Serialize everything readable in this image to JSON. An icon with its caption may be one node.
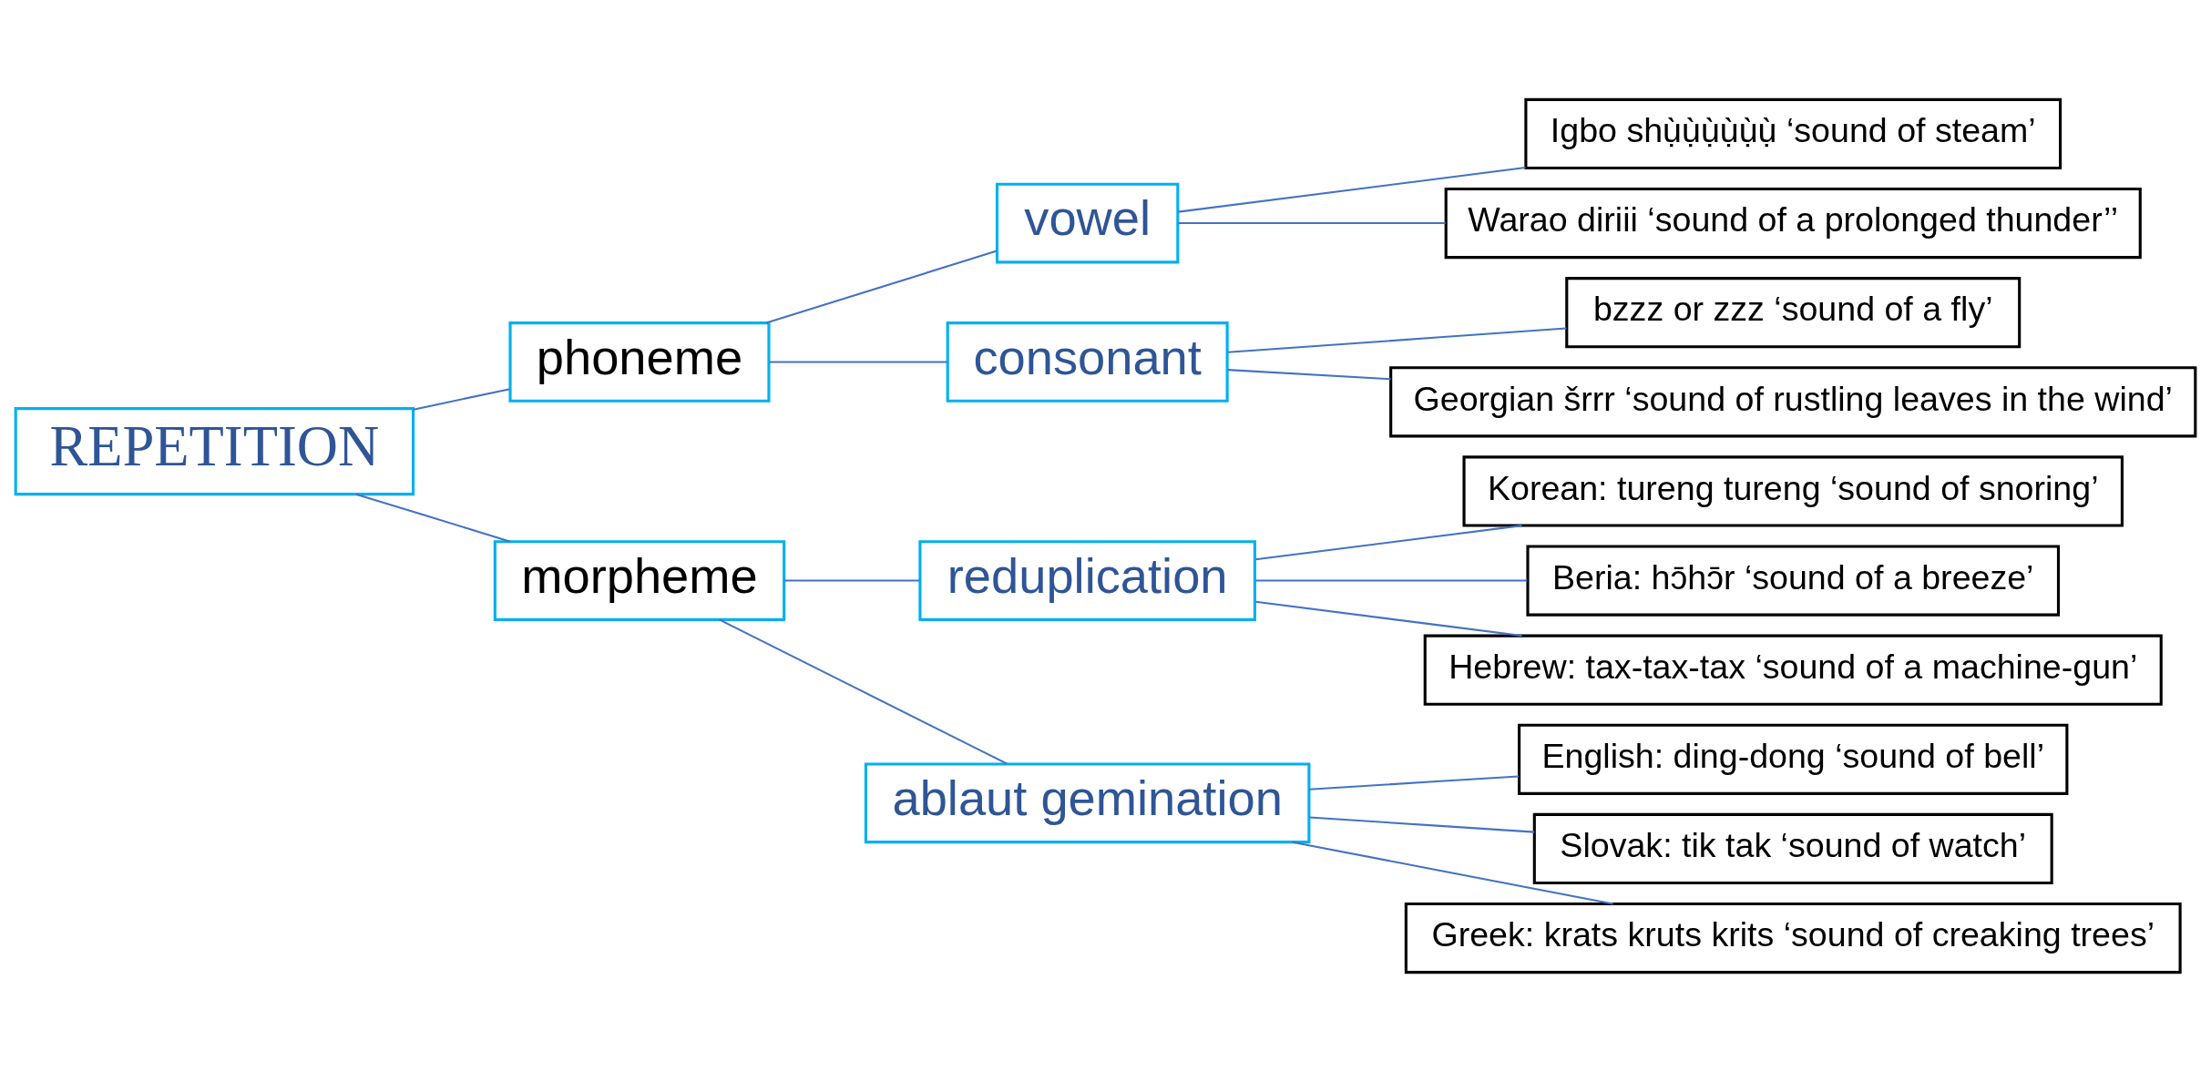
{
  "diagram": {
    "nodes": [
      {
        "text": [
          "REPETITION"
        ]
      },
      {
        "text": [
          "phoneme"
        ]
      },
      {
        "text": [
          "morpheme"
        ]
      },
      {
        "text": [
          "vowel"
        ]
      },
      {
        "text": [
          "consonant"
        ]
      },
      {
        "text": [
          "reduplication"
        ]
      },
      {
        "text": [
          "ablaut gemination"
        ]
      },
      {
        "text": [
          "Igbo shụ̀ụ̀ụ̀ụ̀ụ̀ụ̀ ‘sound of steam’"
        ]
      },
      {
        "text": [
          "Warao diriii ‘sound of a prolonged thunder’’"
        ]
      },
      {
        "text": [
          "bzzz or zzz ‘sound of a fly’"
        ]
      },
      {
        "text": [
          "Georgian šrrr ‘sound of rustling leaves in the wind’"
        ]
      },
      {
        "text": [
          "Korean: tureng tureng ‘sound of snoring’"
        ]
      },
      {
        "text": [
          "Beria: hɔ̄hɔ̄r ‘sound of a breeze’"
        ]
      },
      {
        "text": [
          "Hebrew: tax-tax-tax ‘sound of a machine-gun’"
        ]
      },
      {
        "text": [
          "English: ding-dong ‘sound of bell’"
        ]
      },
      {
        "text": [
          "Slovak: tik tak ‘sound of watch’"
        ]
      },
      {
        "text": [
          "Greek: krats kruts krits ‘sound of creaking trees’"
        ]
      }
    ],
    "edges": [
      {
        "from": 0,
        "to": 1,
        "arrow": "none"
      },
      {
        "from": 0,
        "to": 2,
        "arrow": "none"
      },
      {
        "from": 1,
        "to": 3,
        "arrow": "none"
      },
      {
        "from": 1,
        "to": 4,
        "arrow": "none"
      },
      {
        "from": 2,
        "to": 5,
        "arrow": "none"
      },
      {
        "from": 2,
        "to": 6,
        "arrow": "none"
      },
      {
        "from": 3,
        "to": 7,
        "arrow": "none"
      },
      {
        "from": 3,
        "to": 8,
        "arrow": "none"
      },
      {
        "from": 4,
        "to": 9,
        "arrow": "none"
      },
      {
        "from": 4,
        "to": 10,
        "arrow": "none"
      },
      {
        "from": 5,
        "to": 11,
        "arrow": "none"
      },
      {
        "from": 5,
        "to": 12,
        "arrow": "none"
      },
      {
        "from": 5,
        "to": 13,
        "arrow": "none"
      },
      {
        "from": 6,
        "to": 14,
        "arrow": "none"
      },
      {
        "from": 6,
        "to": 15,
        "arrow": "none"
      },
      {
        "from": 6,
        "to": 16,
        "arrow": "none"
      }
    ]
  }
}
